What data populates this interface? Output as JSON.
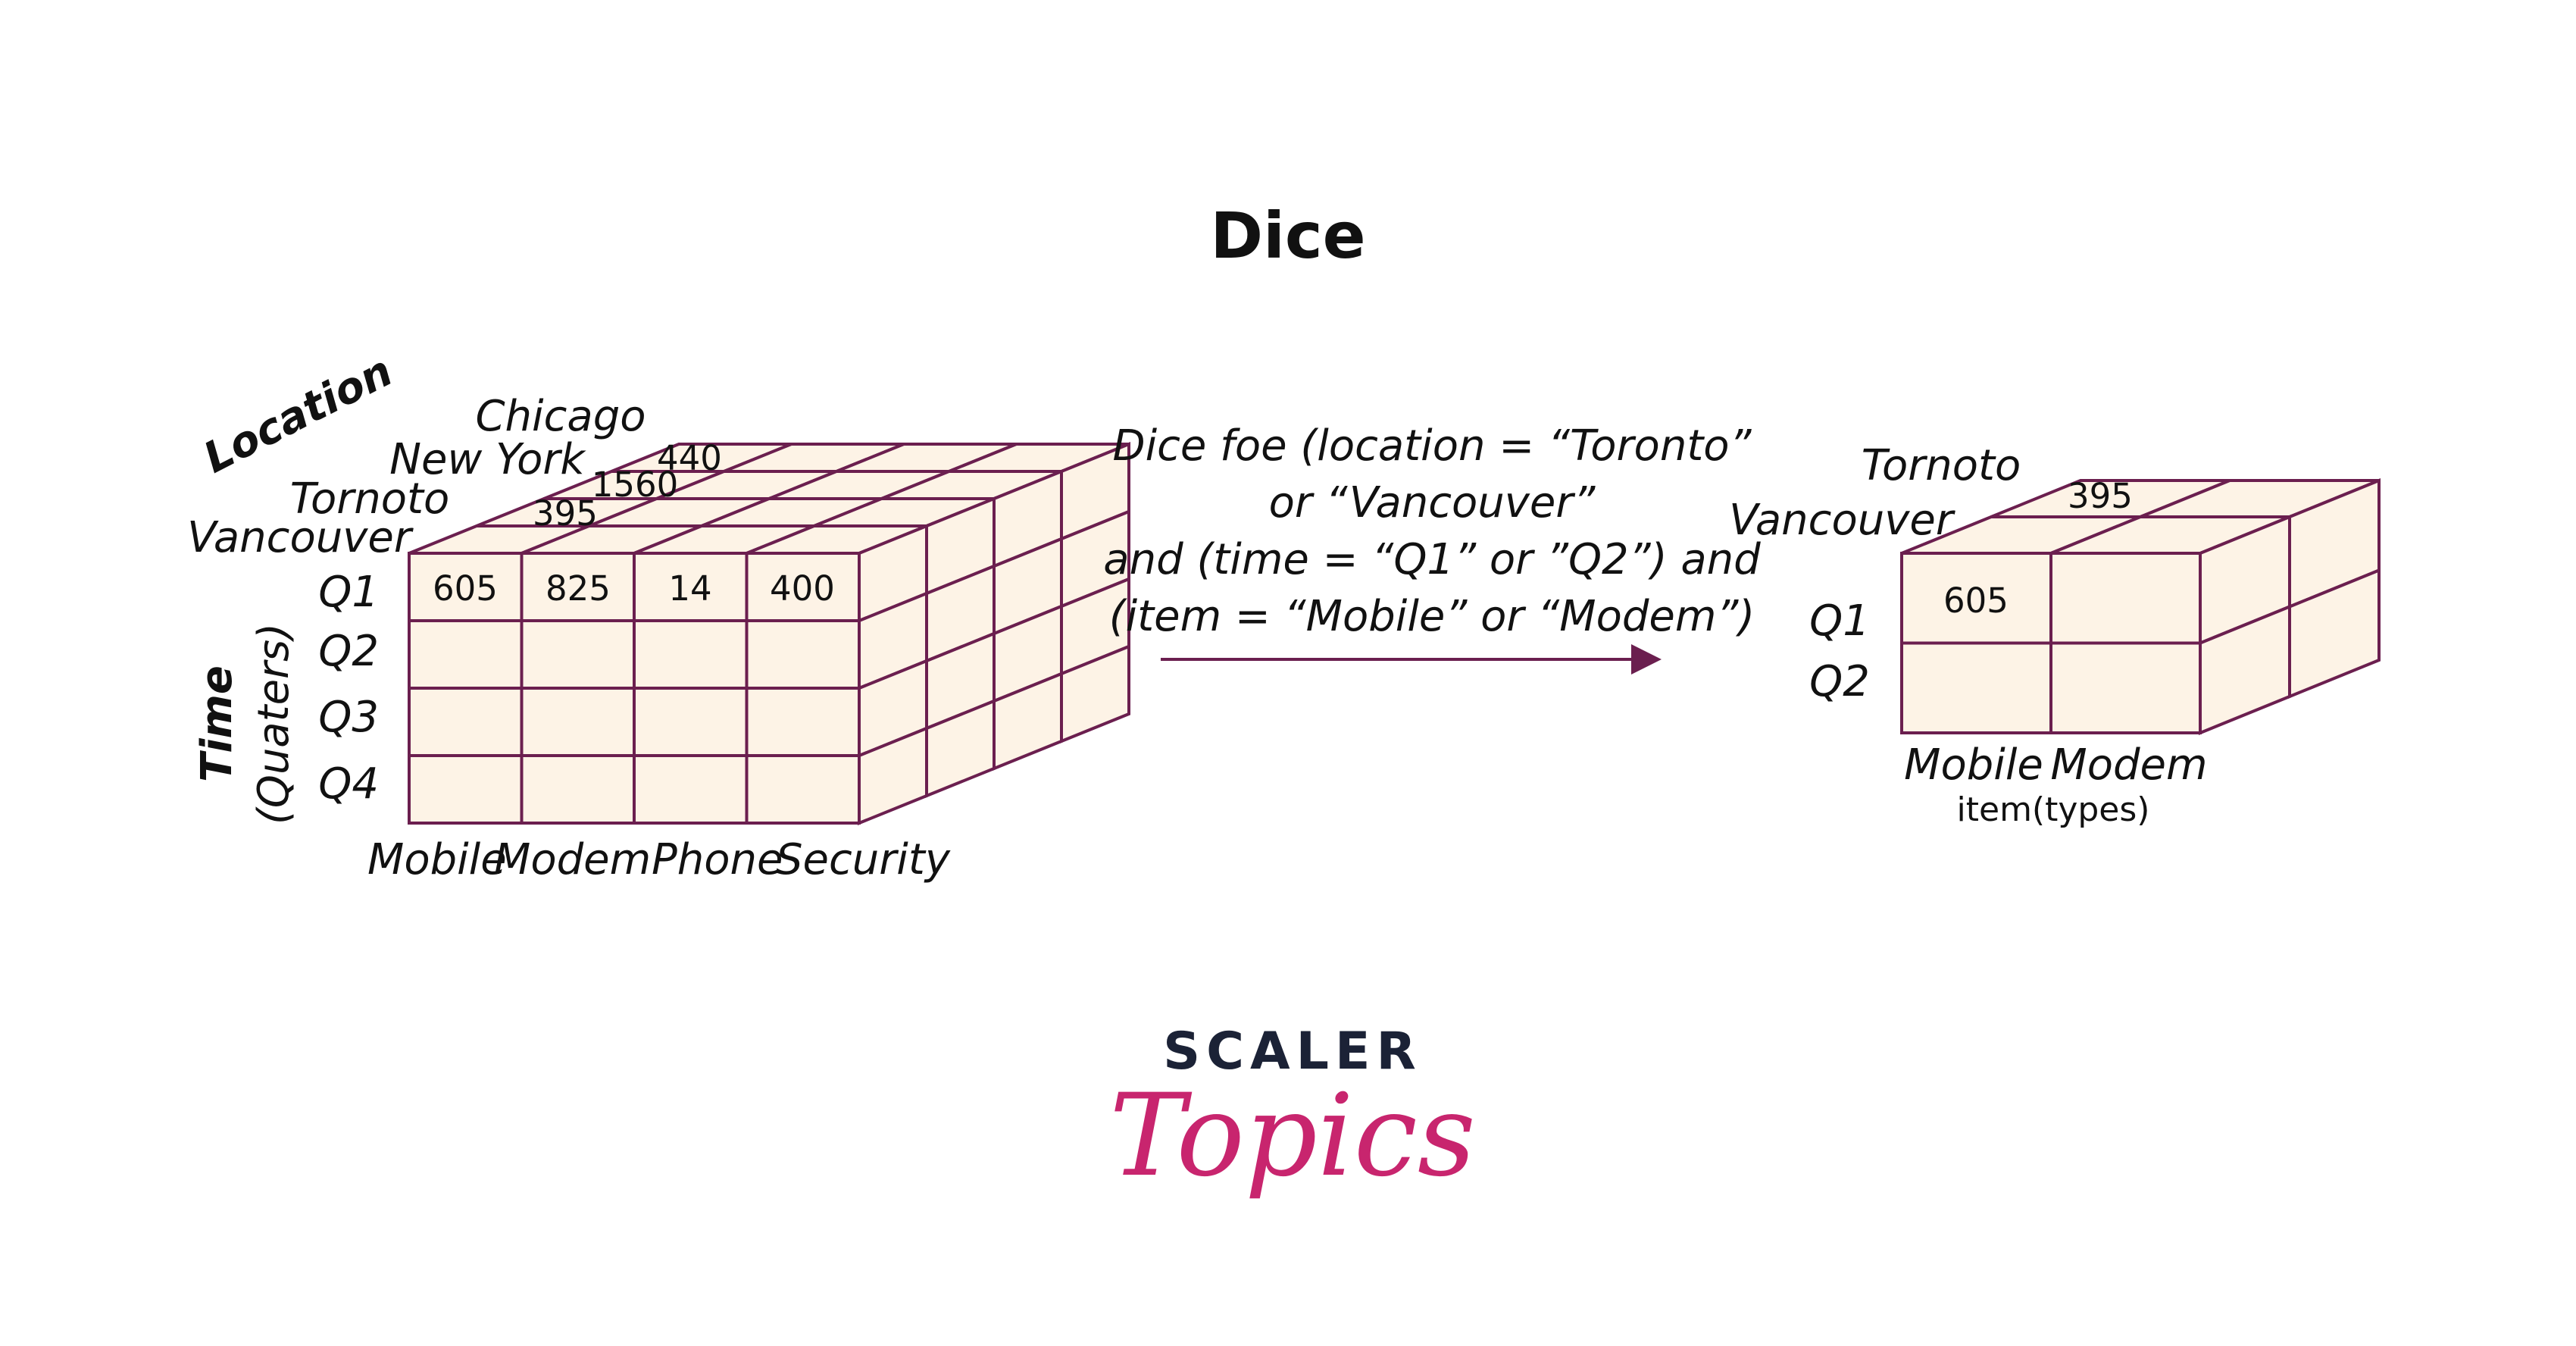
{
  "title": "Dice",
  "source_cube": {
    "location_axis_label": "Location",
    "locations": [
      "Chicago",
      "New York",
      "Tornoto",
      "Vancouver"
    ],
    "time_axis_label": "Time",
    "time_axis_sublabel": "(Quaters)",
    "quarters": [
      "Q1",
      "Q2",
      "Q3",
      "Q4"
    ],
    "items": [
      "Mobile",
      "Modem",
      "Phone",
      "Security"
    ],
    "front_q1_values": [
      "605",
      "825",
      "14",
      "400"
    ],
    "top_values": {
      "chicago": "440",
      "new_york": "1560",
      "tornoto": "395"
    }
  },
  "operation": {
    "lines": [
      "Dice foe (location = “Toronto”",
      "or “Vancouver”",
      "and (time = “Q1” or ”Q2”) and",
      "(item = “Mobile” or “Modem”)"
    ]
  },
  "result_cube": {
    "locations": [
      "Tornoto",
      "Vancouver"
    ],
    "quarters": [
      "Q1",
      "Q2"
    ],
    "items": [
      "Mobile",
      "Modem"
    ],
    "item_axis_label": "item(types)",
    "front_value": "605",
    "top_value": "395"
  },
  "logo": {
    "top": "SCALER",
    "bottom": "Topics"
  },
  "colors": {
    "cell_fill": "#fdf3e6",
    "stroke": "#6b1f4f",
    "brand_navy": "#1b2236",
    "brand_pink": "#c8256e"
  }
}
